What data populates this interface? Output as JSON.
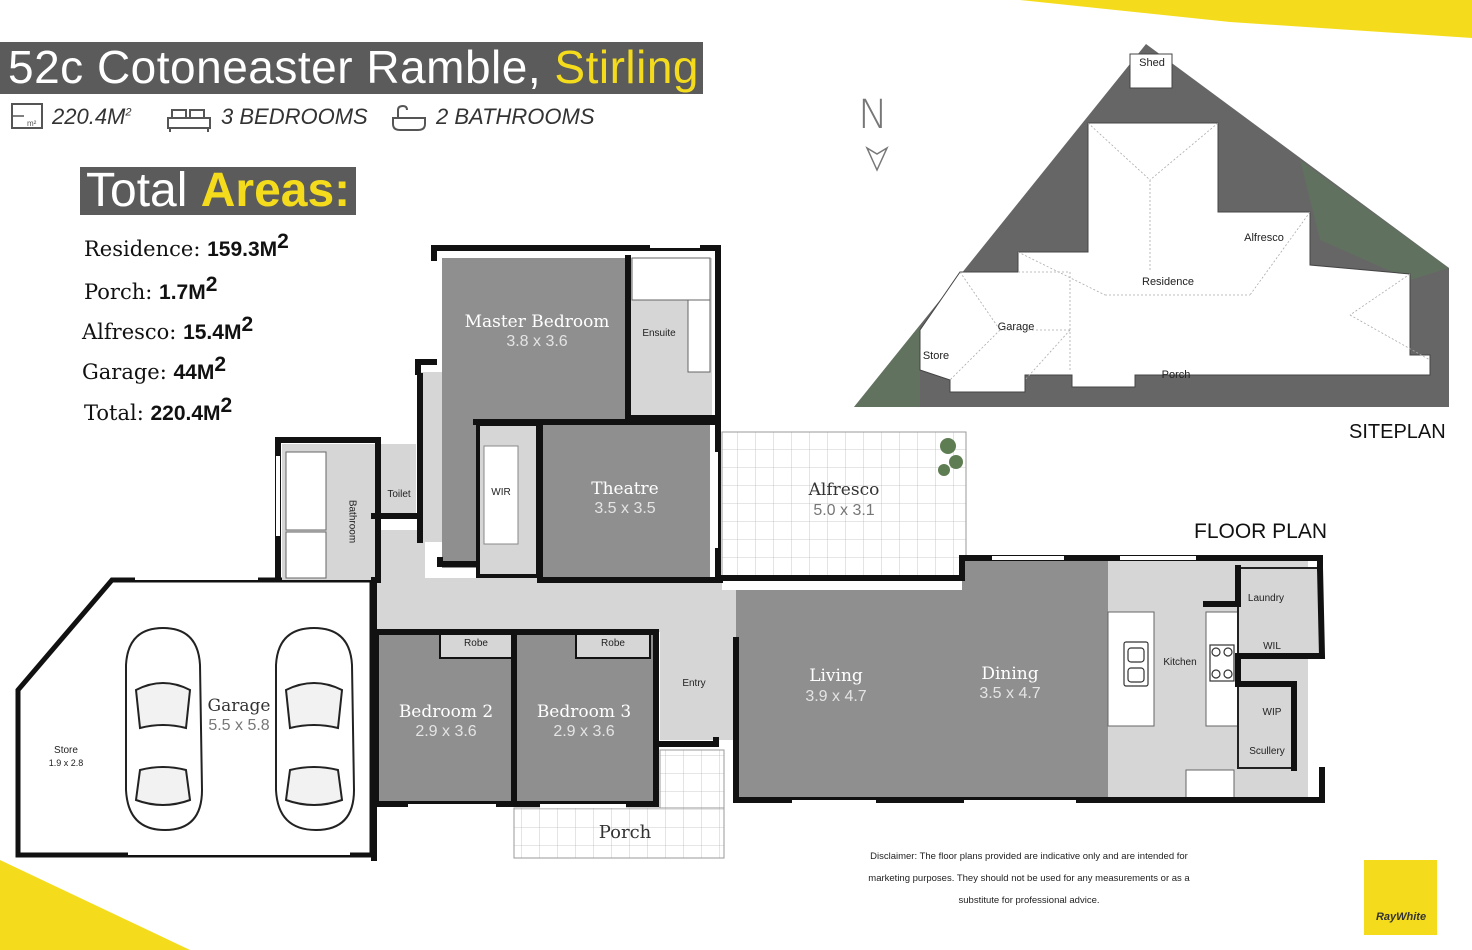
{
  "header": {
    "title_main": "52c Cotoneaster Ramble,",
    "title_suburb": "Stirling",
    "stats": {
      "size": "220.4M",
      "size_sup": "2",
      "bedrooms": "3 BEDROOMS",
      "bathrooms": "2 BATHROOMS"
    }
  },
  "totals": {
    "heading_prefix": "Total",
    "heading_bold": "Areas:",
    "rows": [
      {
        "label": "Residence:",
        "value": "159.3M",
        "sup": "2"
      },
      {
        "label": "Porch:",
        "value": "1.7M",
        "sup": "2"
      },
      {
        "label": "Alfresco:",
        "value": "15.4M",
        "sup": "2"
      },
      {
        "label": "Garage:",
        "value": "44M",
        "sup": "2"
      },
      {
        "label": "Total:",
        "value": "220.4M",
        "sup": "2"
      }
    ]
  },
  "rooms": {
    "master": {
      "name": "Master Bedroom",
      "dim": "3.8 x 3.6"
    },
    "ensuite": "Ensuite",
    "theatre": {
      "name": "Theatre",
      "dim": "3.5 x 3.5"
    },
    "wir": "WIR",
    "toilet": "Toilet",
    "bathroom": "Bathroom",
    "alfresco": {
      "name": "Alfresco",
      "dim": "5.0 x 3.1"
    },
    "garage": {
      "name": "Garage",
      "dim": "5.5 x 5.8"
    },
    "store": {
      "name": "Store",
      "dim": "1.9 x 2.8"
    },
    "bedroom2": {
      "name": "Bedroom 2",
      "dim": "2.9 x 3.6"
    },
    "bedroom3": {
      "name": "Bedroom 3",
      "dim": "2.9 x 3.6"
    },
    "robe": "Robe",
    "entry": "Entry",
    "porch": "Porch",
    "living": {
      "name": "Living",
      "dim": "3.9 x 4.7"
    },
    "dining": {
      "name": "Dining",
      "dim": "3.5 x 4.7"
    },
    "kitchen": "Kitchen",
    "laundry": "Laundry",
    "wil": "WIL",
    "wip": "WIP",
    "scullery": "Scullery"
  },
  "siteplan": {
    "label": "SITEPLAN",
    "shed": "Shed",
    "alfresco": "Alfresco",
    "residence": "Residence",
    "garage": "Garage",
    "store": "Store",
    "porch": "Porch",
    "north": "N"
  },
  "floorplan_label": "FLOOR PLAN",
  "disclaimer": "Disclaimer: The floor plans provided are indicative only and are intended for marketing purposes. They should not be used for any measurements or as a substitute for professional advice.",
  "brand": {
    "name": "RayWhite",
    "color": "#f4dc1c"
  },
  "colors": {
    "accent": "#f4dc1c",
    "room_dark": "#8f8f8f",
    "room_light": "#d6d6d6",
    "wall": "#111111",
    "banner": "#5b5b5b"
  }
}
